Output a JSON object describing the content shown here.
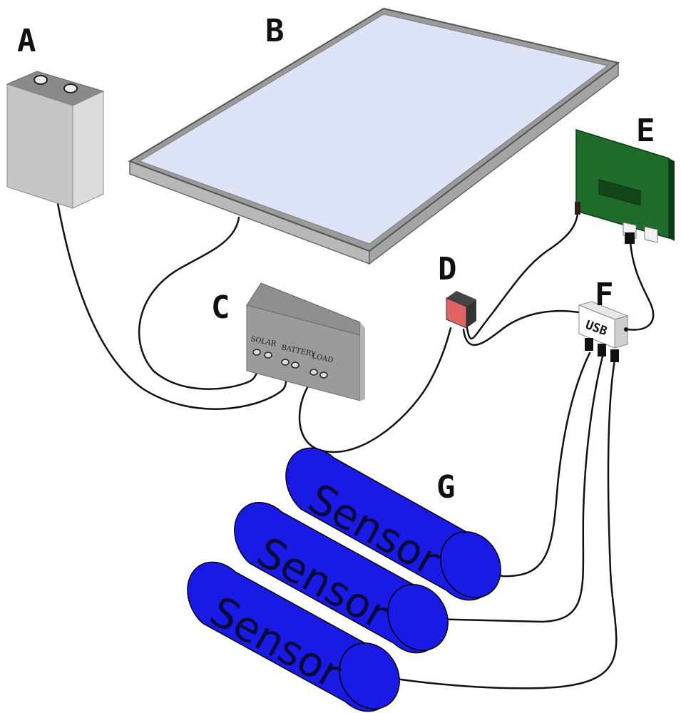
{
  "labels": {
    "battery": "A",
    "solar_panel": "B",
    "charge_controller": "C",
    "switch": "D",
    "board": "E",
    "usb_hub": "F",
    "sensors": "G"
  },
  "charge_controller": {
    "port_solar": "SOLAR",
    "port_battery": "BATTERY",
    "port_load": "LOAD"
  },
  "usb_hub": {
    "text": "USB"
  },
  "sensors": [
    {
      "text": "Sensor"
    },
    {
      "text": "Sensor"
    },
    {
      "text": "Sensor"
    }
  ],
  "colors": {
    "panel_surface": "#dde4f7",
    "panel_frame": "#9a9a9a",
    "sensor_body": "#1a1ae6",
    "board_green": "#1e6b2a",
    "switch_red": "#e06464",
    "battery_gray": "#c8c8c8",
    "controller_gray": "#9b9b9b"
  }
}
